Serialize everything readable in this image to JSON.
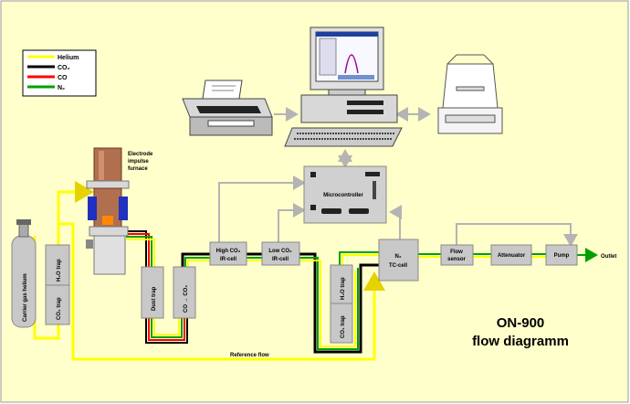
{
  "legend": [
    {
      "label": "Helium",
      "color": "#ffff00"
    },
    {
      "label": "CO₂",
      "color": "#000000"
    },
    {
      "label": "CO",
      "color": "#ff0000"
    },
    {
      "label": "N₂",
      "color": "#00a000"
    }
  ],
  "colors": {
    "background": "#ffffcc",
    "device_box": "#c8c8c8",
    "helium": "#ffff00",
    "co2": "#000000",
    "co": "#ff0000",
    "n2": "#00a000",
    "signal": "#b4b4b4"
  },
  "labels": {
    "furnace": [
      "Electrode",
      "impulse",
      "furnace"
    ],
    "carrier_gas": "Carrier gas helium",
    "h2o_trap": "H₂O trap",
    "co2_trap": "CO₂ trap",
    "dust_trap": "Dust trap",
    "co_co2": "CO → CO₂",
    "high_co2_cell": [
      "High CO₂",
      "IR-cell"
    ],
    "low_co2_cell": [
      "Low CO₂",
      "IR-cell"
    ],
    "h2o_trap_2": "H₂O trap",
    "co2_trap_2": "CO₂ trap",
    "tc_cell": [
      "N₂",
      "TC-cell"
    ],
    "flow_sensor": [
      "Flow",
      "sensor"
    ],
    "attenuator": "Attenuator",
    "pump": "Pump",
    "outlet": "Outlet",
    "microcontroller": "Microcontroller",
    "reference_flow": "Reference flow"
  },
  "title": {
    "line1": "ON-900",
    "line2": "flow diagramm"
  },
  "icons": {
    "printer": "printer-icon",
    "computer": "computer-icon",
    "balance": "balance-icon",
    "gas_bottle": "gas-bottle-icon",
    "furnace": "furnace-icon"
  }
}
